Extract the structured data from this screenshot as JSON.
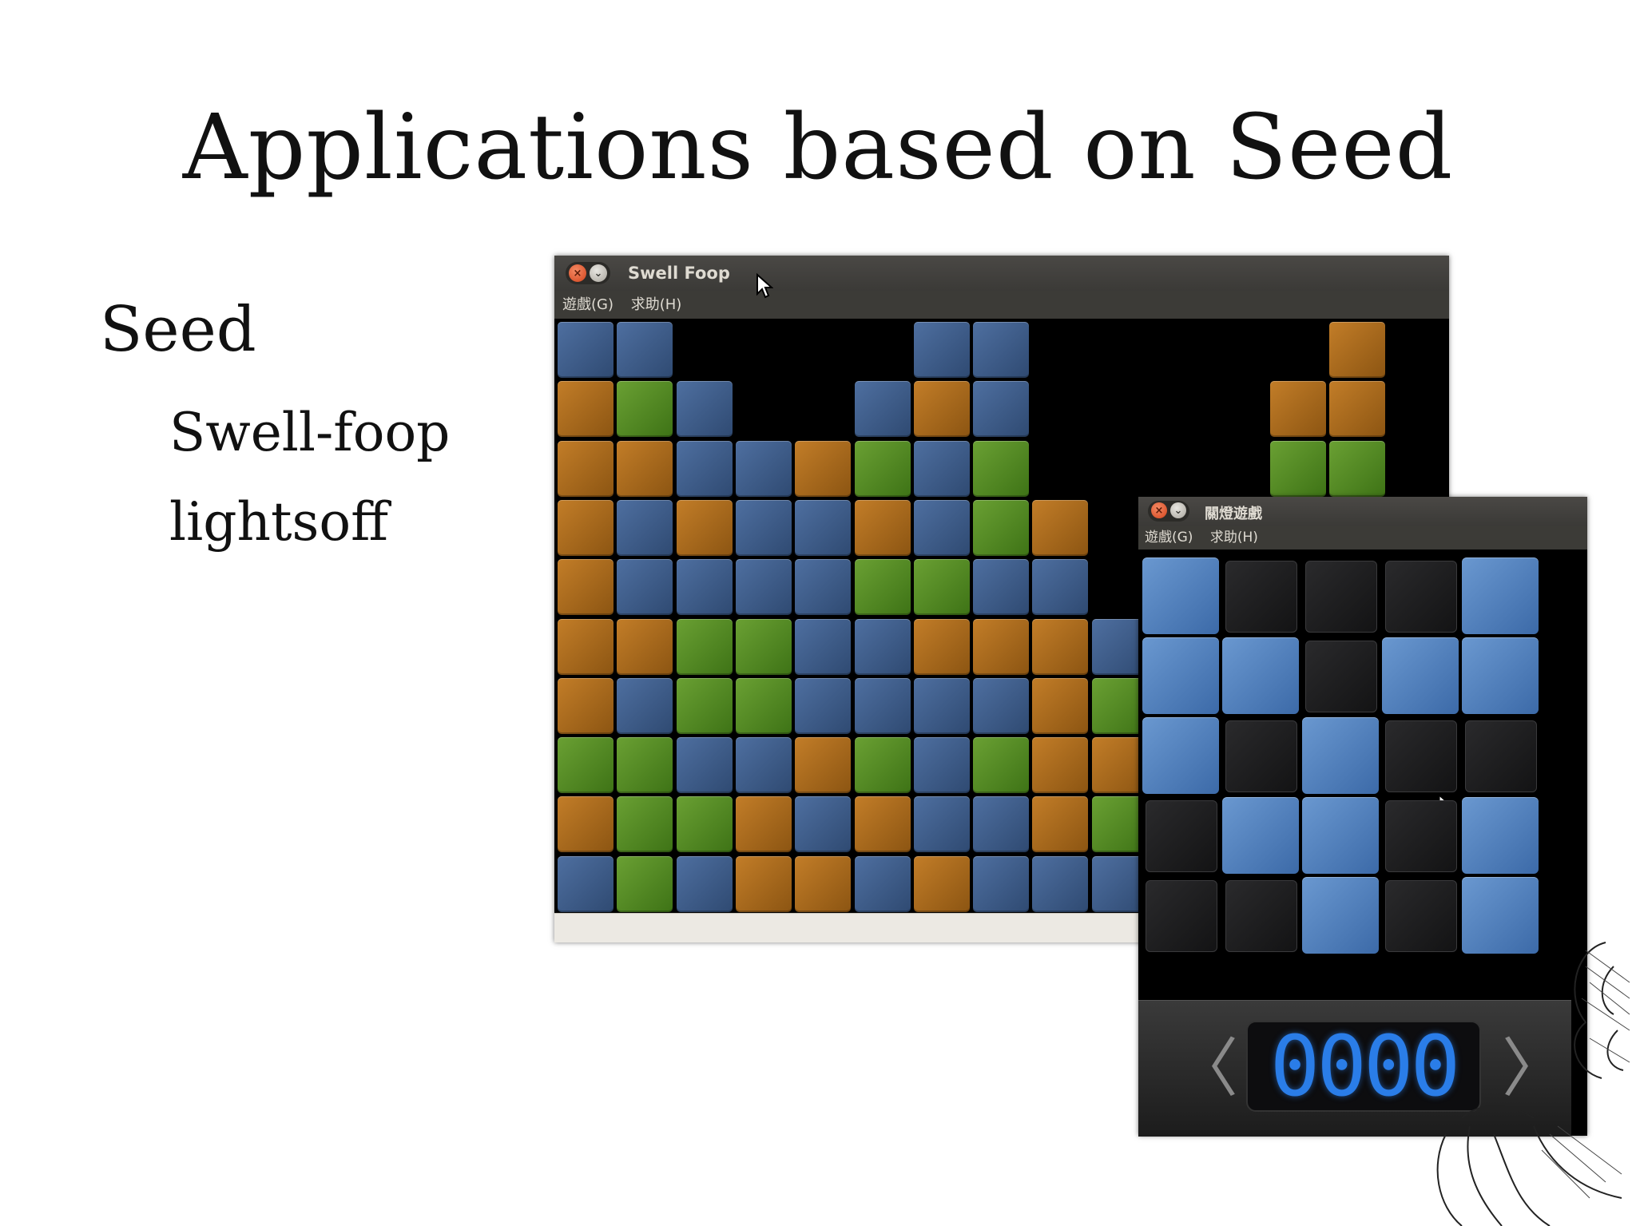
{
  "slide": {
    "title": "Applications based on Seed",
    "bullets": {
      "level1": "Seed",
      "level2": [
        "Swell-foop",
        "lightsoff"
      ]
    }
  },
  "swell_foop": {
    "window_title": "Swell Foop",
    "menu": [
      "遊戲(G)",
      "求助(H)"
    ],
    "colors": {
      "b": "#3d5a86",
      "o": "#a86a1e",
      "g": "#5a8f2a"
    },
    "grid": [
      [
        "b",
        "b",
        "",
        "",
        "",
        "",
        "b",
        "b",
        "",
        "",
        "",
        "",
        "",
        "o"
      ],
      [
        "o",
        "g",
        "b",
        "",
        "",
        "b",
        "o",
        "b",
        "",
        "",
        "",
        "",
        "o",
        "o"
      ],
      [
        "o",
        "o",
        "b",
        "b",
        "o",
        "g",
        "b",
        "g",
        "",
        "",
        "",
        "",
        "g",
        "g"
      ],
      [
        "o",
        "b",
        "o",
        "b",
        "b",
        "o",
        "b",
        "g",
        "o",
        "",
        "",
        "",
        "",
        ""
      ],
      [
        "o",
        "b",
        "b",
        "b",
        "b",
        "g",
        "g",
        "b",
        "b",
        "",
        "",
        "",
        "",
        ""
      ],
      [
        "o",
        "o",
        "g",
        "g",
        "b",
        "b",
        "o",
        "o",
        "o",
        "b",
        "",
        "",
        "",
        ""
      ],
      [
        "o",
        "b",
        "g",
        "g",
        "b",
        "b",
        "b",
        "b",
        "o",
        "g",
        "",
        "",
        "",
        ""
      ],
      [
        "g",
        "g",
        "b",
        "b",
        "o",
        "g",
        "b",
        "g",
        "o",
        "o",
        "",
        "",
        "",
        ""
      ],
      [
        "o",
        "g",
        "g",
        "o",
        "b",
        "o",
        "b",
        "b",
        "o",
        "g",
        "",
        "",
        "",
        ""
      ],
      [
        "b",
        "g",
        "b",
        "o",
        "o",
        "b",
        "o",
        "b",
        "b",
        "b",
        "",
        "",
        "",
        ""
      ]
    ]
  },
  "lights_off": {
    "window_title": "關燈遊戲",
    "menu": [
      "遊戲(G)",
      "求助(H)"
    ],
    "grid": [
      [
        1,
        0,
        0,
        0,
        1
      ],
      [
        1,
        1,
        0,
        1,
        1
      ],
      [
        1,
        0,
        1,
        0,
        0
      ],
      [
        0,
        1,
        1,
        0,
        1
      ],
      [
        0,
        0,
        1,
        0,
        1
      ]
    ],
    "level_display": "0000",
    "prev_arrow": "〈",
    "next_arrow": "〉"
  },
  "icons": [
    "close-icon",
    "minimize-icon",
    "mouse-cursor-icon",
    "left-arrow-icon",
    "right-arrow-icon"
  ]
}
